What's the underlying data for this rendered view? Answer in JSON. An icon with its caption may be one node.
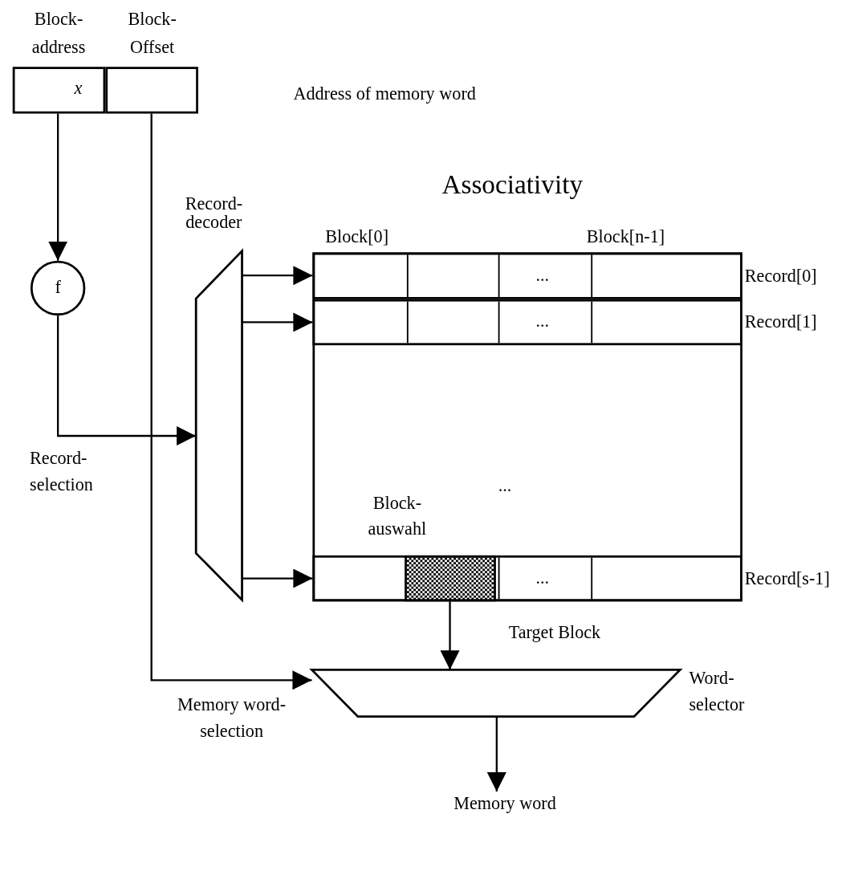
{
  "diagram": {
    "nodes": [
      {
        "text": [
          "Block- address",
          "x"
        ]
      },
      {
        "text": [
          "Block- Offset"
        ]
      },
      {
        "text": [
          "f"
        ]
      },
      {
        "text": [
          "Record- decoder"
        ]
      },
      {
        "text": [
          "Associativity",
          "...",
          "Block- auswahl"
        ]
      },
      {
        "text": [
          "..."
        ],
        "in": 4,
        "beside": [
          "Record[0]"
        ]
      },
      {
        "text": [
          "..."
        ],
        "in": 4,
        "beside": [
          "Record[1]"
        ]
      },
      {
        "text": [
          "..."
        ],
        "in": 4,
        "beside": [
          "Record[s-1]"
        ]
      },
      {
        "text": [],
        "shape": "box",
        "in": 7
      },
      {
        "text": [
          "Word- selector"
        ]
      },
      {
        "text": [
          "Memory word"
        ]
      }
    ],
    "edges": [
      {
        "from": 0,
        "to": 2,
        "arrow": "to"
      },
      {
        "from": 2,
        "to": 3,
        "arrow": "to",
        "label": "Record- selection"
      },
      {
        "from": 3,
        "to": 5,
        "arrow": "to"
      },
      {
        "from": 3,
        "to": 6,
        "arrow": "to"
      },
      {
        "from": 3,
        "to": 7,
        "arrow": "to"
      },
      {
        "from": 1,
        "to": 9,
        "arrow": "to",
        "label": "Memory word- selection"
      },
      {
        "from": 8,
        "to": 9,
        "arrow": "to",
        "label": "Target Block"
      },
      {
        "from": 9,
        "to": 10,
        "arrow": "to"
      }
    ],
    "labels": [
      "Address of memory word",
      "Block[0]",
      "Block[n-1]"
    ]
  }
}
